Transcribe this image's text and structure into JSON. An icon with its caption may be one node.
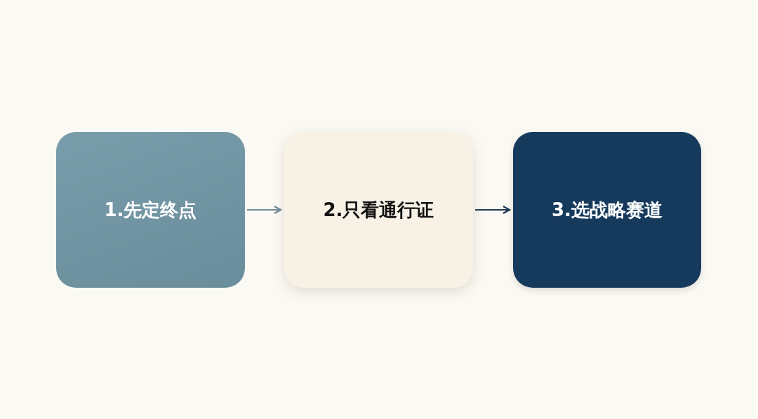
{
  "diagram": {
    "nodes": [
      {
        "text": [
          "1.先定终点"
        ]
      },
      {
        "text": [
          "2.只看通行证"
        ]
      },
      {
        "text": [
          "3.选战略赛道"
        ]
      }
    ],
    "edges": [
      {
        "from": 0,
        "to": 1,
        "arrow": "to",
        "color": "#6f8c99"
      },
      {
        "from": 1,
        "to": 2,
        "arrow": "to"
      }
    ]
  }
}
